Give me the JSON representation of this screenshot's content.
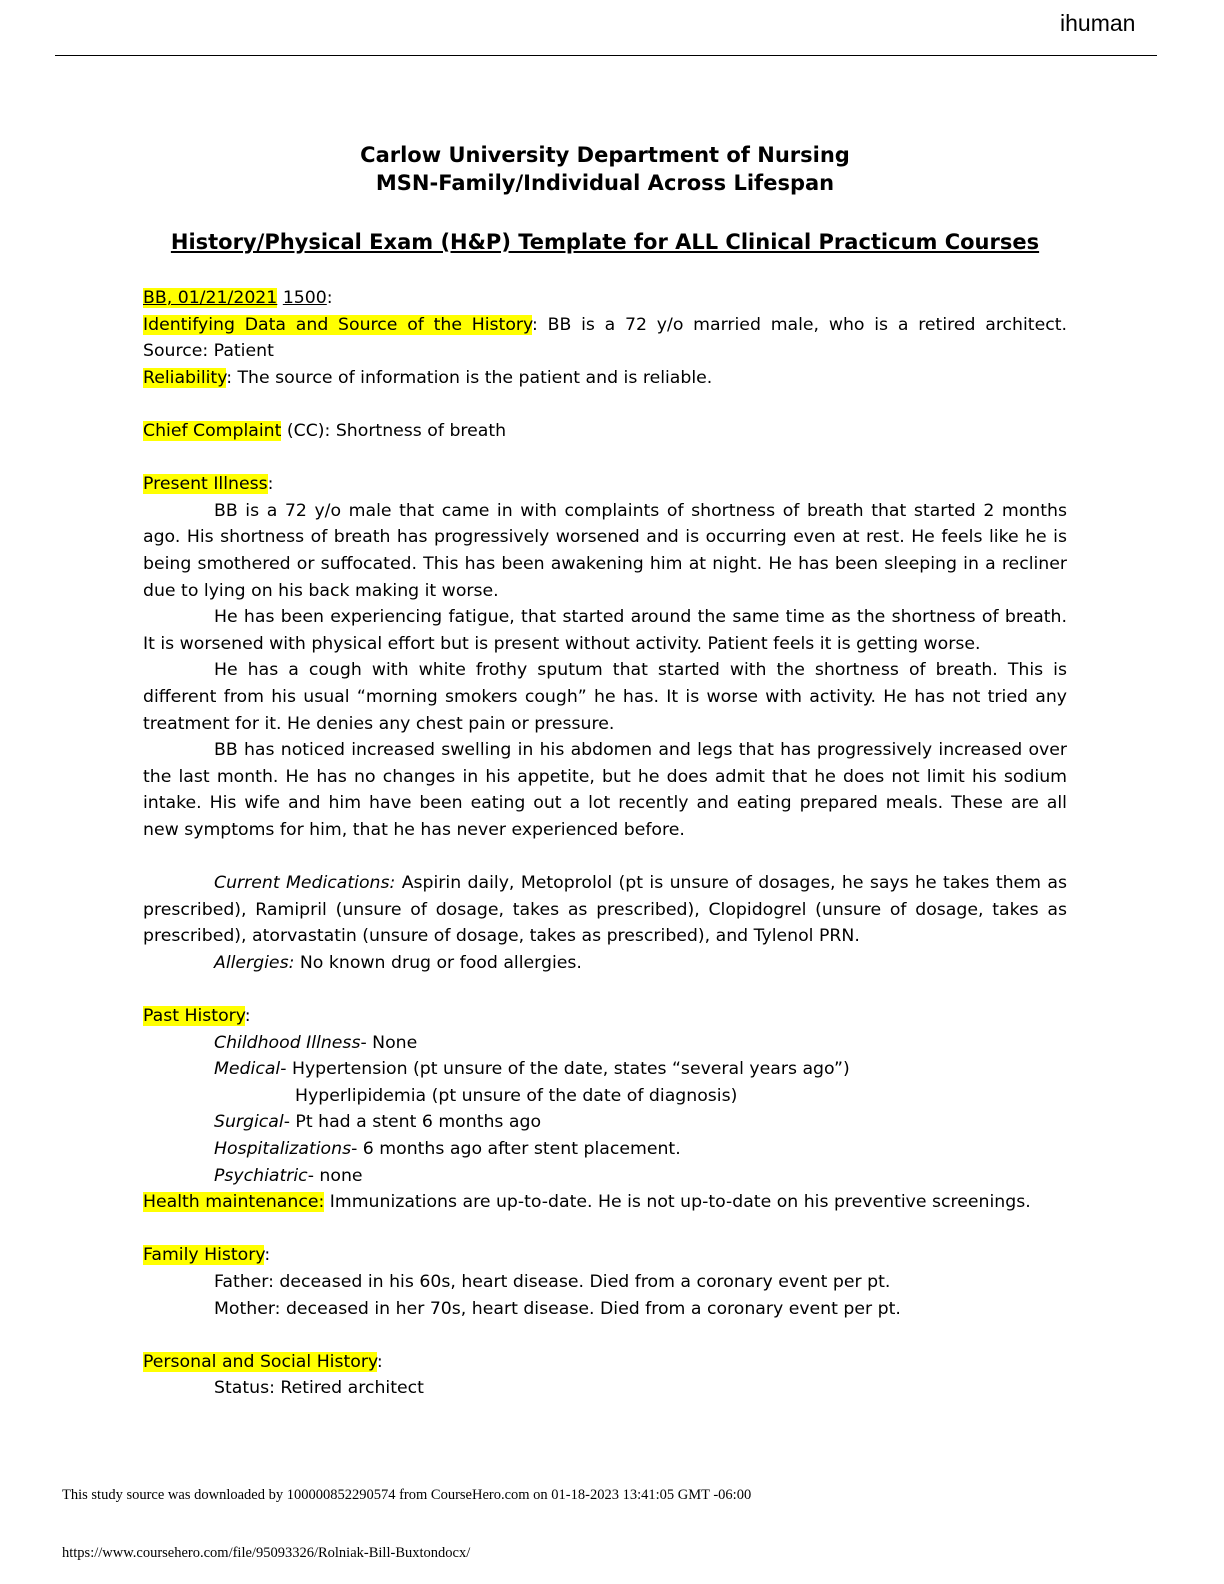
{
  "header": {
    "tag": "ihuman"
  },
  "titles": {
    "line1": "Carlow University Department of Nursing",
    "line2": "MSN-Family/Individual Across Lifespan",
    "line3": "History/Physical Exam (H&P) Template for ALL Clinical Practicum Courses"
  },
  "visit": {
    "patient_date": "BB, 01/21/2021",
    "time": "1500",
    "suffix": ":"
  },
  "identifying": {
    "label": "Identifying Data and Source of the History",
    "text_line1": ": BB is a 72 y/o married male, who is a retired architect.",
    "text_line2": "Source: Patient"
  },
  "reliability": {
    "label": "Reliability",
    "text": ":  The source of information is the patient and is reliable."
  },
  "chief_complaint": {
    "label": "Chief Complaint",
    "text": " (CC):  Shortness of breath"
  },
  "present_illness": {
    "label": "Present Illness",
    "colon": ":",
    "p1_l1": "BB is a 72 y/o male that came in with complaints of shortness of breath that started 2 months",
    "p1_l2": "ago. His shortness of breath has progressively worsened and is occurring even at rest. He feels like he is",
    "p1_l3": "being smothered or suffocated. This has been awakening him at night. He has been sleeping in a recliner",
    "p1_l4": "due to lying on his back making it worse.",
    "p2_l1": "He has been experiencing fatigue, that started around the same time as the shortness of breath.",
    "p2_l2": "It is worsened with physical effort but is present without activity. Patient feels it is getting worse.",
    "p3_l1": "He has a cough with white frothy sputum that started with the shortness of breath. This is",
    "p3_l2": "different from his usual “morning smokers cough” he has. It is worse with activity. He has not tried any",
    "p3_l3": "treatment for it. He denies any chest pain or pressure.",
    "p4_l1": "BB has noticed increased swelling in his abdomen and legs that has progressively increased over",
    "p4_l2": "the last month. He has no changes in his appetite, but he does admit that he does not limit his sodium",
    "p4_l3": "intake. His wife and him have been eating out a lot recently and eating prepared meals. These are all",
    "p4_l4": "new symptoms for him, that he has never experienced before."
  },
  "medications": {
    "label": "Current Medications:",
    "l1": " Aspirin daily, Metoprolol (pt is unsure of dosages, he says he takes them as",
    "l2": "prescribed), Ramipril (unsure of dosage, takes as prescribed), Clopidogrel (unsure of dosage, takes as",
    "l3": "prescribed), atorvastatin (unsure of dosage, takes as prescribed), and Tylenol PRN."
  },
  "allergies": {
    "label": "Allergies:",
    "text": " No known drug or food allergies."
  },
  "past_history": {
    "label": "Past History",
    "colon": ":",
    "childhood_label": "Childhood Illness",
    "childhood_text": "- None",
    "medical_label": "Medical",
    "medical_text": "- Hypertension (pt unsure of the date, states “several years ago”)",
    "medical_text2": "Hyperlipidemia (pt unsure of the date of diagnosis)",
    "surgical_label": "Surgical",
    "surgical_text": "- Pt had a stent 6 months ago",
    "hospital_label": "Hospitalizations",
    "hospital_text": "- 6 months ago after stent placement.",
    "psych_label": "Psychiatric",
    "psych_text": "- none"
  },
  "health_maintenance": {
    "label": "Health maintenance:",
    "text": "  Immunizations are up-to-date. He is not up-to-date on his preventive screenings."
  },
  "family_history": {
    "label": "Family History",
    "colon": ":",
    "father": "Father: deceased in his 60s, heart disease. Died from a coronary event per pt.",
    "mother": "Mother: deceased in her 70s, heart disease. Died from a coronary event per pt."
  },
  "social_history": {
    "label": "Personal and Social History",
    "colon": ":",
    "status": "Status: Retired architect"
  },
  "footer": {
    "download_note": "This study source was downloaded by 100000852290574 from CourseHero.com on 01-18-2023 13:41:05 GMT -06:00",
    "url": "https://www.coursehero.com/file/95093326/Rolniak-Bill-Buxtondocx/"
  },
  "colors": {
    "highlight": "#ffff00",
    "text": "#000000"
  }
}
